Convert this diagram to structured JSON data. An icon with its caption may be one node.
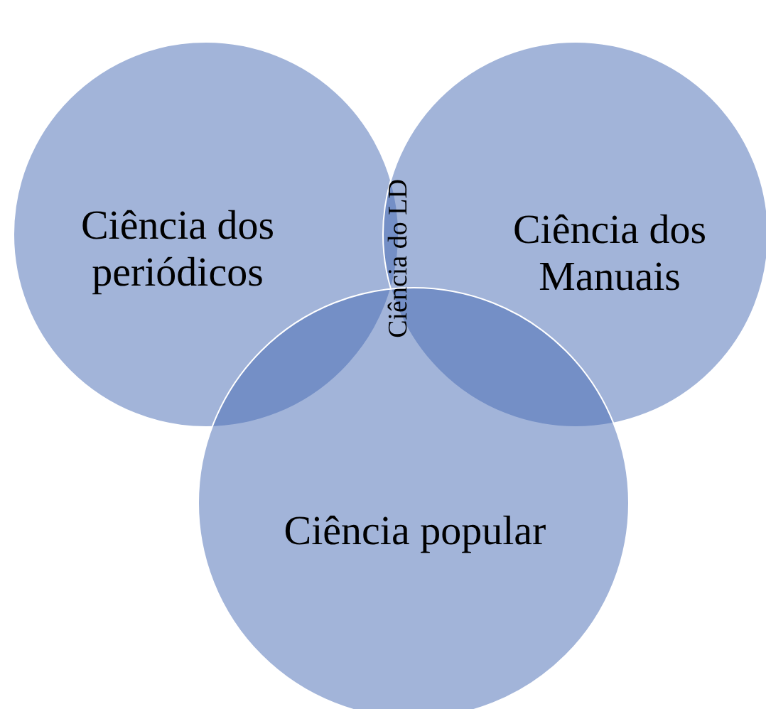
{
  "diagram": {
    "nodes": [
      {
        "text": [
          "Ciência dos periódicos"
        ]
      },
      {
        "text": [
          "Ciência dos Manuais"
        ]
      },
      {
        "text": [
          "Ciência popular"
        ]
      }
    ],
    "labels": [
      "Ciência do LD"
    ]
  }
}
